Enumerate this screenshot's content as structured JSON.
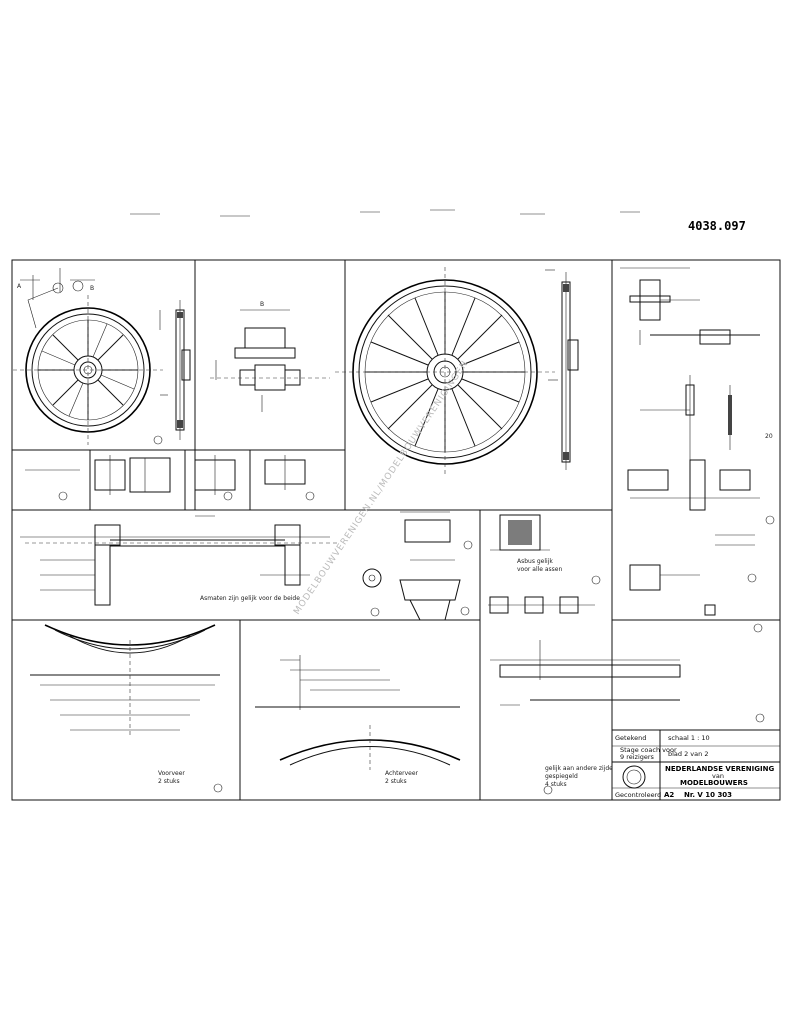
{
  "drawing_number": "4038.097",
  "watermark": "MODELBOUWVERENIGEN.NL/MODELBOUWVERENIGINGEN",
  "labels": {
    "axle_note": "Asmaten zijn gelijk voor de beide",
    "spring_front_a": "Voorveer",
    "spring_front_b": "2 stuks",
    "spring_rear_a": "Achterveer",
    "spring_rear_b": "2 stuks",
    "hatch_box_a": "Asbus gelijk",
    "hatch_box_b": "voor alle assen",
    "note_a": "gelijk aan andere zijde",
    "note_b": "gespiegeld",
    "note_c": "4 stuks"
  },
  "title_block": {
    "object_line1": "Stage coach voor",
    "object_line2": "9 reizigers",
    "scale_label": "schaal 1 : 10",
    "sheet_info": "blad 2 van 2",
    "org_line1": "NEDERLANDSE VERENIGING",
    "org_line2": "van",
    "org_line3": "MODELBOUWERS",
    "format": "A2",
    "number": "Nr. V 10 303",
    "drawn_by": "Getekend",
    "checked": "Gecontroleerd"
  }
}
